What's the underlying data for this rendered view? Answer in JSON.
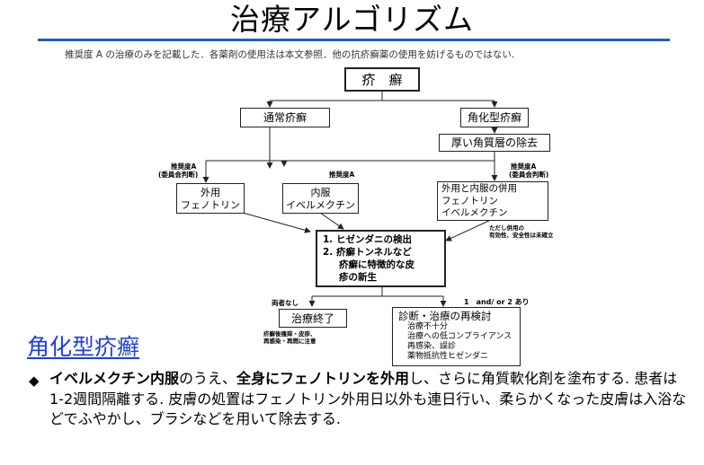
{
  "title": "治療アルゴリズム",
  "note": "推奨度 A の治療のみを記載した．各薬剤の使用法は本文参照．他の抗疥癬薬の使用を妨げるものではない.",
  "colors": {
    "title_bar": "#1f5fbf",
    "section_title": "#1f3fd8"
  },
  "flow": {
    "root": "疥　癬",
    "normal": "通常疥癬",
    "crusted": "角化型疥癬",
    "remove_layer": "厚い角質層の除去",
    "topical": [
      "外用",
      "フェノトリン"
    ],
    "oral": [
      "内服",
      "イベルメクチン"
    ],
    "combined": [
      "外用と内服の併用",
      "フェノトリン",
      "イベルメクチン"
    ],
    "grade_a_committee": [
      "推奨度A",
      "(委員会判断)"
    ],
    "grade_a": "推奨度A",
    "combined_note": [
      "ただし併用の",
      "有効性、安全性は未確立"
    ],
    "criteria": [
      "1.  ヒゼンダニの検出",
      "2.  疥癬トンネルなど",
      "疥癬に特徴的な皮",
      "疹の新生"
    ],
    "both_none": "両者なし",
    "one_present": "1　and/ or 2 あり",
    "end_treatment": "治療終了",
    "end_note": [
      "疥癬後瘙痒・皮疹、",
      "再感染・再燃に注意"
    ],
    "reexam_title": "診断・治療の再検討",
    "reexam_items": [
      "治療不十分",
      "治療への低コンプライアンス",
      "再感染、誤診",
      "薬物抵抗性ヒゼンダニ"
    ]
  },
  "section_title": "角化型疥癬",
  "bullet": {
    "glyph": "◆",
    "part1": "イベルメクチン内服",
    "part2": "のうえ、",
    "part3": "全身にフェノトリンを外用",
    "part4": "し、さらに角質軟化剤を塗布する. 患者は1-2週間隔離する. 皮膚の処置はフェノトリン外用日以外も連日行い、柔らかくなった皮膚は入浴などでふやかし、ブラシなどを用いて除去する."
  }
}
